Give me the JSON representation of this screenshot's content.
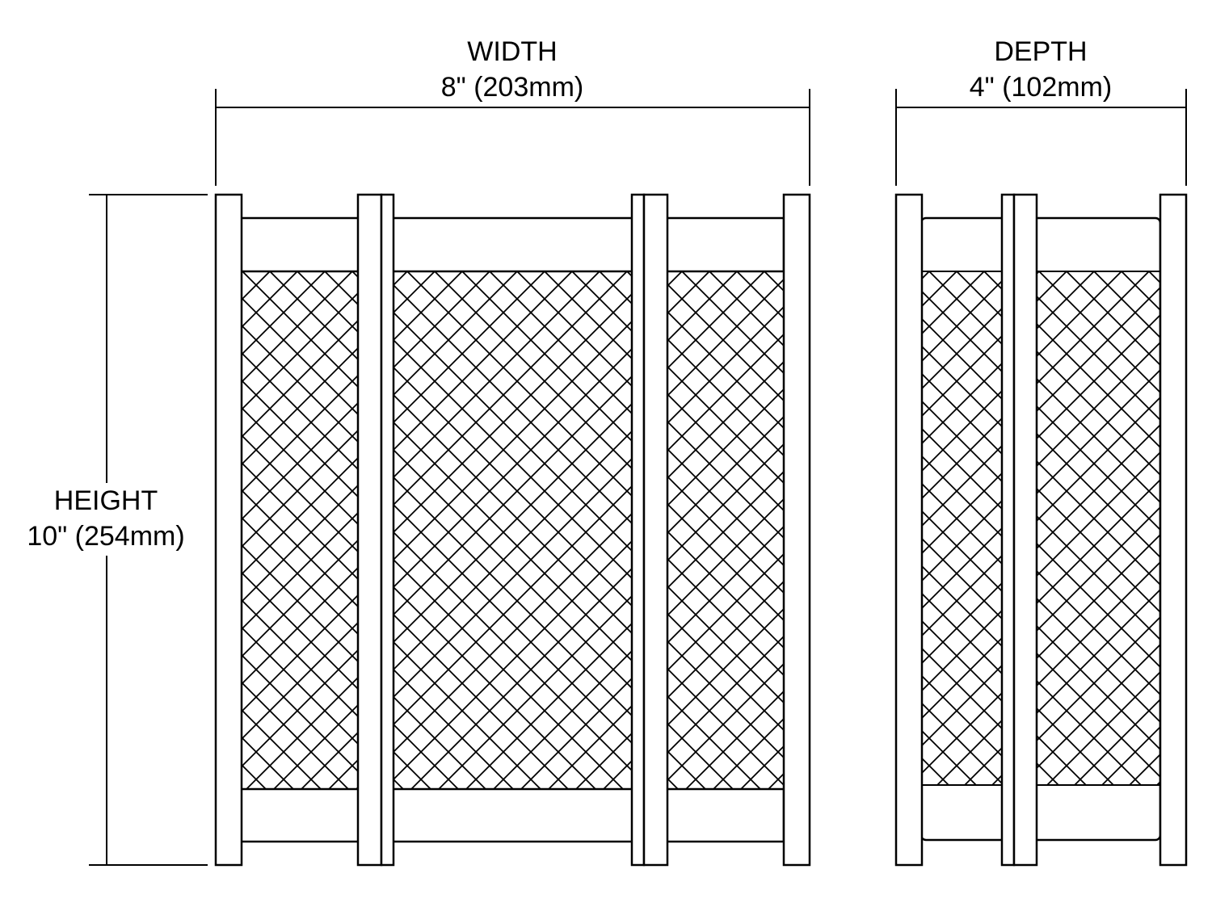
{
  "width_dimension": {
    "title": "WIDTH",
    "value": "8\" (203mm)"
  },
  "depth_dimension": {
    "title": "DEPTH",
    "value": "4\" (102mm)"
  },
  "height_dimension": {
    "title": "HEIGHT",
    "value": "10\" (254mm)"
  },
  "colors": {
    "line": "#000000",
    "background": "#ffffff"
  }
}
